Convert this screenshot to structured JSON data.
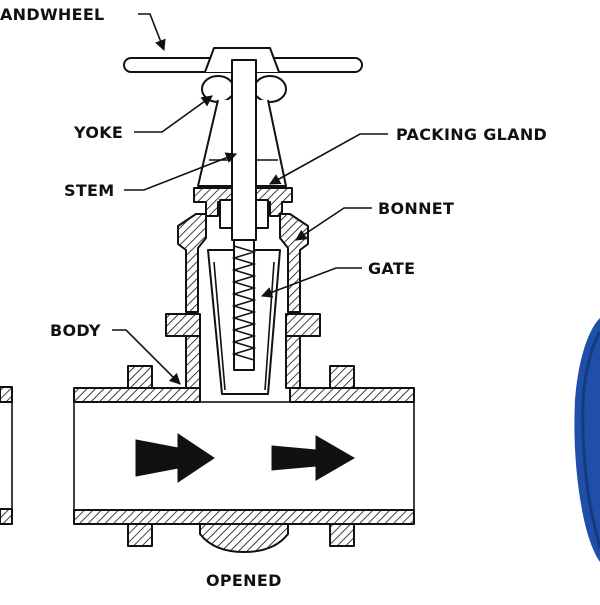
{
  "labels": {
    "handwheel": "ANDWHEEL",
    "yoke": "YOKE",
    "stem": "STEM",
    "packing_gland": "PACKING GLAND",
    "bonnet": "BONNET",
    "gate": "GATE",
    "body": "BODY",
    "caption": "OPENED"
  },
  "colors": {
    "line": "#111111",
    "background": "#ffffff",
    "blue_object": "#1f4fa8"
  }
}
